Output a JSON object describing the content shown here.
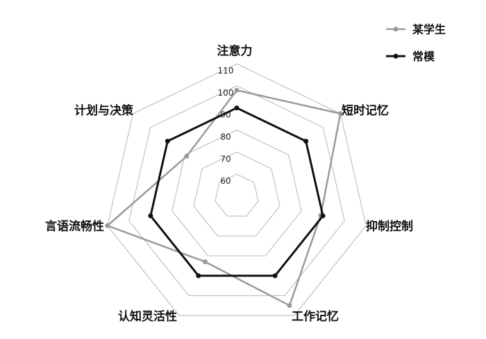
{
  "chart_data": {
    "type": "radar",
    "axes": [
      "注意力",
      "短时记忆",
      "抑制控制",
      "工作记忆",
      "认知灵活性",
      "言语流畅性",
      "计划与决策"
    ],
    "r_ticks": [
      60,
      70,
      80,
      90,
      100,
      110
    ],
    "r_range": [
      50,
      110
    ],
    "series": [
      {
        "name": "某学生",
        "color": "#9a9a9a",
        "values": [
          98,
          110,
          89,
          105,
          83,
          110,
          79
        ]
      },
      {
        "name": "常模",
        "color": "#111111",
        "values": [
          90,
          90,
          90,
          90,
          90,
          90,
          90
        ]
      }
    ],
    "legend_position": "top-right",
    "grid": true
  }
}
